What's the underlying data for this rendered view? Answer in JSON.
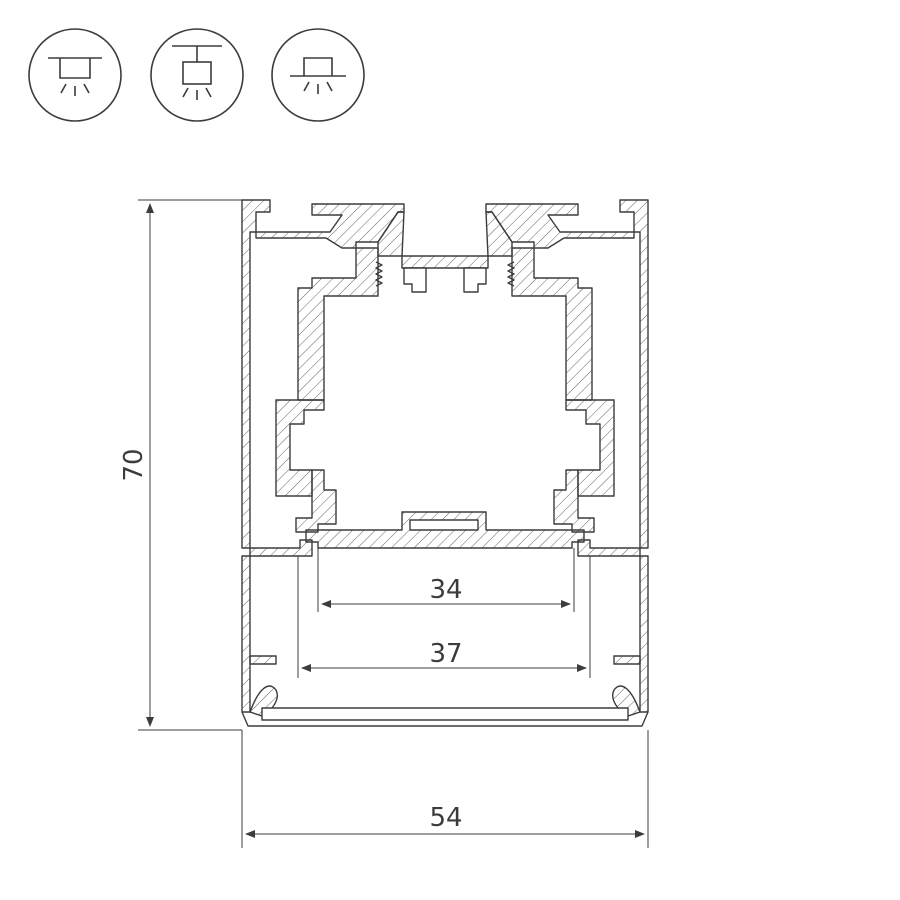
{
  "mount_icons": [
    {
      "name": "recessed-mount-icon"
    },
    {
      "name": "suspended-mount-icon"
    },
    {
      "name": "surface-mount-icon"
    }
  ],
  "dimensions": {
    "height": "70",
    "width": "54",
    "inner_width_1": "34",
    "inner_width_2": "37"
  },
  "colors": {
    "line": "#3c3c3c",
    "fill": "#ffffff"
  }
}
